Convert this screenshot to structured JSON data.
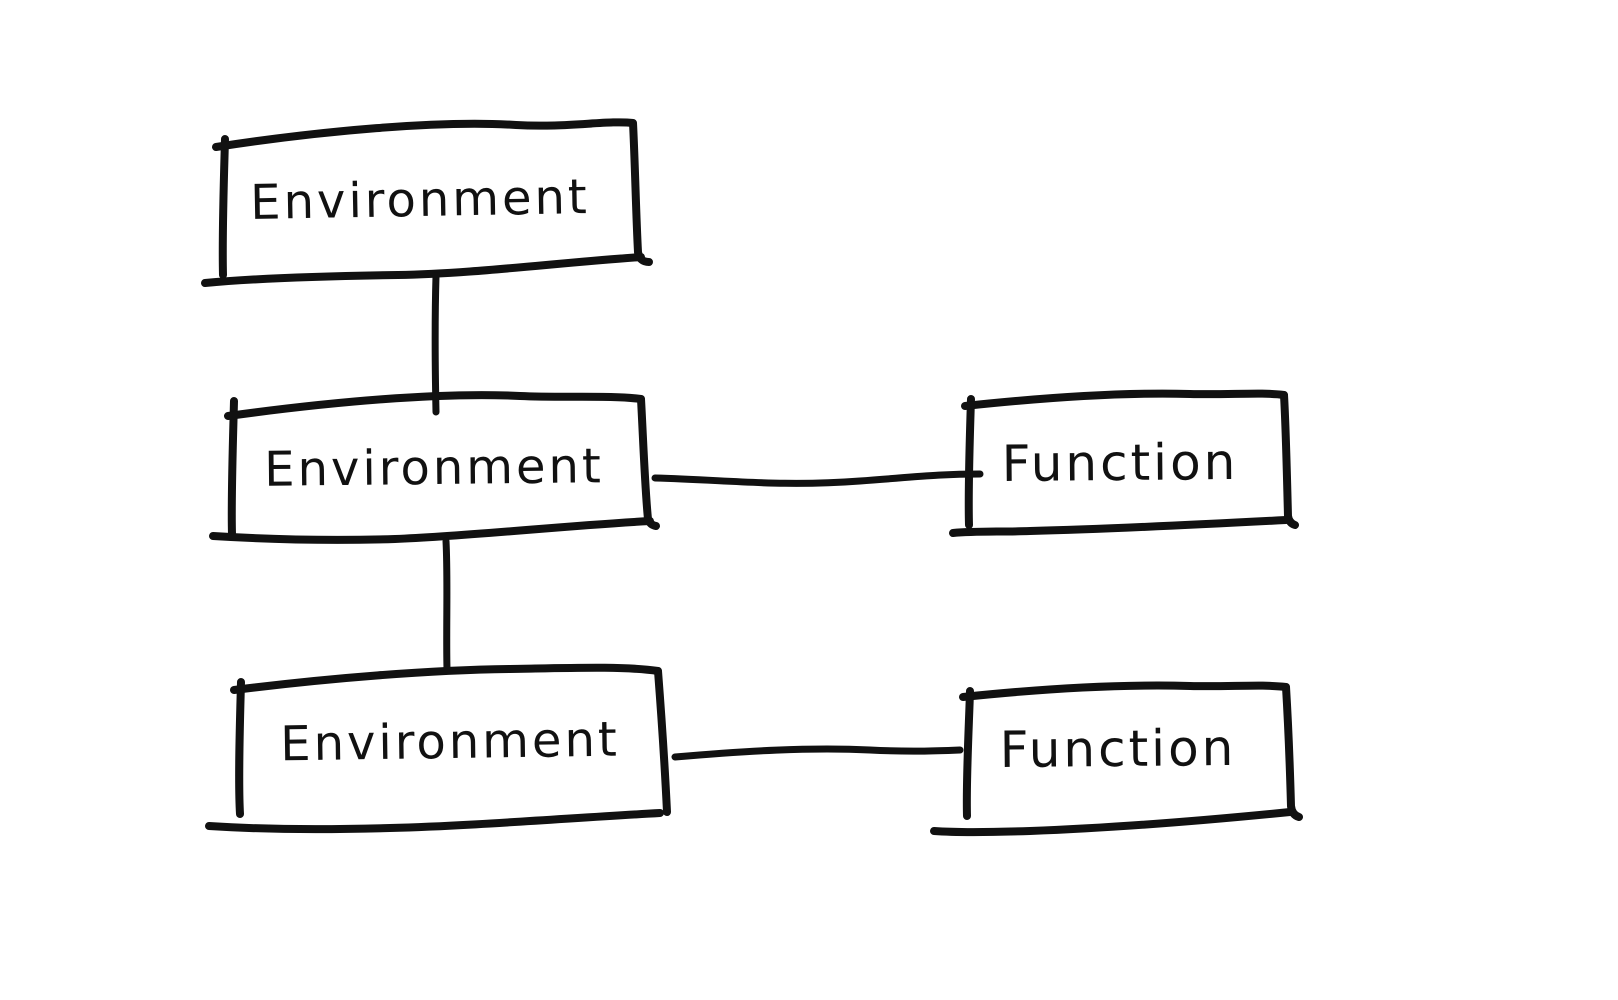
{
  "diagram": {
    "background_color": "#ffffff",
    "stroke_color": "#111111",
    "style": "hand-drawn sketch, black marker on white",
    "nodes": [
      {
        "id": "environment-top",
        "label": "Environment"
      },
      {
        "id": "environment-middle",
        "label": "Environment"
      },
      {
        "id": "environment-bottom",
        "label": "Environment"
      },
      {
        "id": "function-middle",
        "label": "Function"
      },
      {
        "id": "function-bottom",
        "label": "Function"
      }
    ],
    "edges": [
      {
        "from": "environment-top",
        "to": "environment-middle",
        "type": "vertical-line"
      },
      {
        "from": "environment-middle",
        "to": "environment-bottom",
        "type": "vertical-line"
      },
      {
        "from": "environment-middle",
        "to": "function-middle",
        "type": "horizontal-line"
      },
      {
        "from": "environment-bottom",
        "to": "function-bottom",
        "type": "horizontal-line"
      }
    ]
  }
}
